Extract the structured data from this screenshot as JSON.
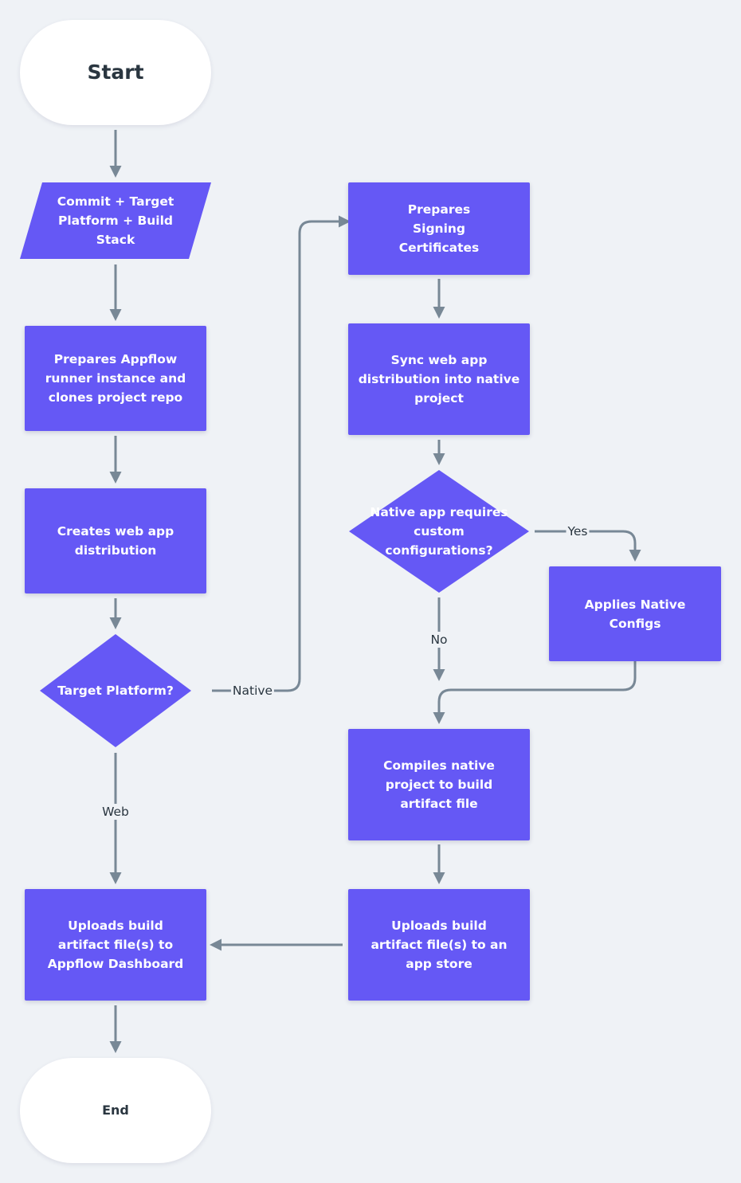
{
  "nodes": {
    "start": "Start",
    "commit_input": "Commit + Target Platform + Build Stack",
    "prepare_runner": "Prepares Appflow runner instance and clones project repo",
    "create_web_dist": "Creates web app distribution",
    "target_platform_decision": "Target Platform?",
    "prepare_signing": "Prepares Signing Certificates",
    "sync_web": "Sync web app distribution into native project",
    "native_config_decision": "Native app requires custom configurations?",
    "apply_native_configs": "Applies Native Configs",
    "compile_native": "Compiles native project to build artifact file",
    "upload_app_store": "Uploads build artifact file(s) to an app store",
    "upload_dashboard": "Uploads build artifact file(s) to Appflow Dashboard",
    "end": "End"
  },
  "edge_labels": {
    "native": "Native",
    "web": "Web",
    "yes": "Yes",
    "no": "No"
  },
  "colors": {
    "background": "#eff2f6",
    "process_fill": "#6558f5",
    "terminal_fill": "#ffffff",
    "connector": "#788896",
    "dark_text": "#2a3640"
  }
}
